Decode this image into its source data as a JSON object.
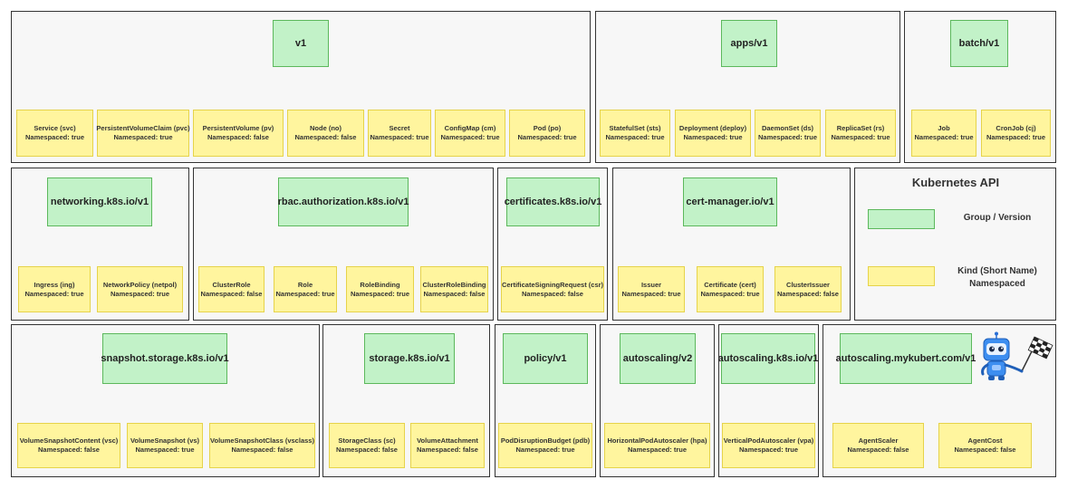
{
  "panels": {
    "core": {
      "group": "v1",
      "kinds": [
        {
          "name": "Service (svc)",
          "ns": "Namespaced: true"
        },
        {
          "name": "PersistentVolumeClaim (pvc)",
          "ns": "Namespaced: true"
        },
        {
          "name": "PersistentVolume (pv)",
          "ns": "Namespaced: false"
        },
        {
          "name": "Node (no)",
          "ns": "Namespaced: false"
        },
        {
          "name": "Secret",
          "ns": "Namespaced: true"
        },
        {
          "name": "ConfigMap (cm)",
          "ns": "Namespaced: true"
        },
        {
          "name": "Pod (po)",
          "ns": "Namespaced: true"
        }
      ]
    },
    "apps": {
      "group": "apps/v1",
      "kinds": [
        {
          "name": "StatefulSet (sts)",
          "ns": "Namespaced: true"
        },
        {
          "name": "Deployment (deploy)",
          "ns": "Namespaced: true"
        },
        {
          "name": "DaemonSet (ds)",
          "ns": "Namespaced: true"
        },
        {
          "name": "ReplicaSet (rs)",
          "ns": "Namespaced: true"
        }
      ]
    },
    "batch": {
      "group": "batch/v1",
      "kinds": [
        {
          "name": "Job",
          "ns": "Namespaced: true"
        },
        {
          "name": "CronJob (cj)",
          "ns": "Namespaced: true"
        }
      ]
    },
    "networking": {
      "group": "networking.k8s.io/v1",
      "kinds": [
        {
          "name": "Ingress (ing)",
          "ns": "Namespaced: true"
        },
        {
          "name": "NetworkPolicy (netpol)",
          "ns": "Namespaced: true"
        }
      ]
    },
    "rbac": {
      "group": "rbac.authorization.k8s.io/v1",
      "kinds": [
        {
          "name": "ClusterRole",
          "ns": "Namespaced: false"
        },
        {
          "name": "Role",
          "ns": "Namespaced: true"
        },
        {
          "name": "RoleBinding",
          "ns": "Namespaced: true"
        },
        {
          "name": "ClusterRoleBinding",
          "ns": "Namespaced: false"
        }
      ]
    },
    "certificates": {
      "group": "certificates.k8s.io/v1",
      "kinds": [
        {
          "name": "CertificateSigningRequest (csr)",
          "ns": "Namespaced: false"
        }
      ]
    },
    "certmanager": {
      "group": "cert-manager.io/v1",
      "kinds": [
        {
          "name": "Issuer",
          "ns": "Namespaced: true"
        },
        {
          "name": "Certificate (cert)",
          "ns": "Namespaced: true"
        },
        {
          "name": "ClusterIssuer",
          "ns": "Namespaced: false"
        }
      ]
    },
    "snapshot": {
      "group": "snapshot.storage.k8s.io/v1",
      "kinds": [
        {
          "name": "VolumeSnapshotContent (vsc)",
          "ns": "Namespaced: false"
        },
        {
          "name": "VolumeSnapshot (vs)",
          "ns": "Namespaced: true"
        },
        {
          "name": "VolumeSnapshotClass (vsclass)",
          "ns": "Namespaced: false"
        }
      ]
    },
    "storage": {
      "group": "storage.k8s.io/v1",
      "kinds": [
        {
          "name": "StorageClass (sc)",
          "ns": "Namespaced: false"
        },
        {
          "name": "VolumeAttachment",
          "ns": "Namespaced: false"
        }
      ]
    },
    "policy": {
      "group": "policy/v1",
      "kinds": [
        {
          "name": "PodDisruptionBudget (pdb)",
          "ns": "Namespaced: true"
        }
      ]
    },
    "autoscalingv2": {
      "group": "autoscaling/v2",
      "kinds": [
        {
          "name": "HorizontalPodAutoscaler (hpa)",
          "ns": "Namespaced: true"
        }
      ]
    },
    "autoscalingk8s": {
      "group": "autoscaling.k8s.io/v1",
      "kinds": [
        {
          "name": "VerticalPodAutoscaler (vpa)",
          "ns": "Namespaced: true"
        }
      ]
    },
    "mykubert": {
      "group": "autoscaling.mykubert.com/v1",
      "kinds": [
        {
          "name": "AgentScaler",
          "ns": "Namespaced: false"
        },
        {
          "name": "AgentCost",
          "ns": "Namespaced: false"
        }
      ]
    }
  },
  "legend": {
    "title": "Kubernetes API",
    "group_label": "Group / Version",
    "kind_label_line1": "Kind (Short Name)",
    "kind_label_line2": "Namespaced"
  },
  "colors": {
    "group_fill": "#c2f2c8",
    "group_border": "#5cb85c",
    "kind_fill": "#fff59e",
    "kind_border": "#e6d34a",
    "edge": "#333333"
  },
  "mascot_icon": "robot-with-checkered-flag-icon"
}
